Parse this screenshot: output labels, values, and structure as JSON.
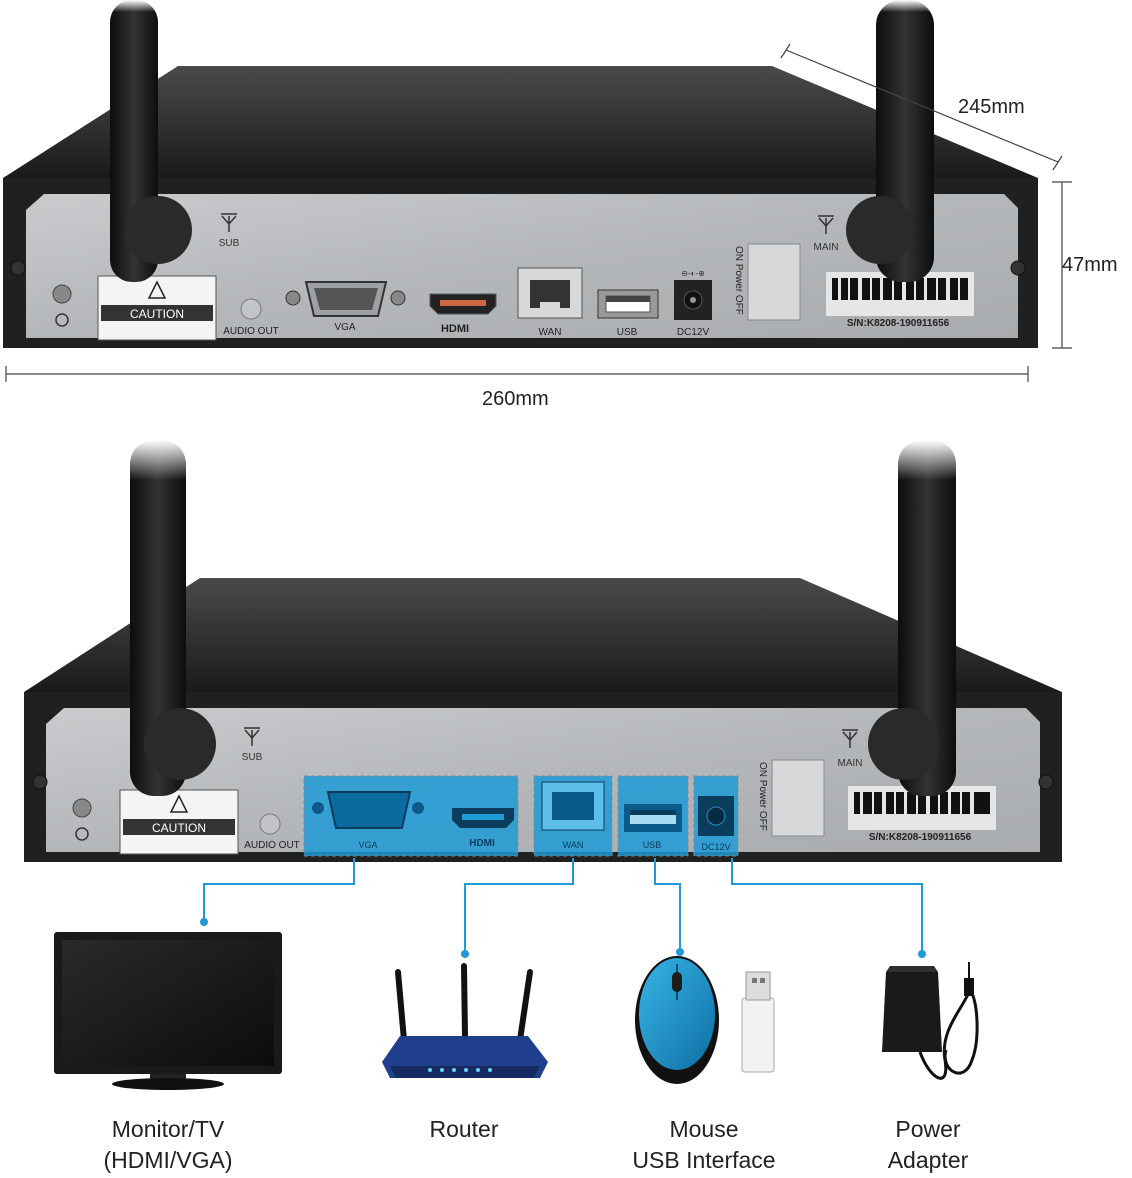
{
  "dimensions": {
    "depth": "245mm",
    "height": "47mm",
    "width": "260mm"
  },
  "panel_labels": {
    "sub": "SUB",
    "main": "MAIN",
    "caution": "CAUTION",
    "audio_out": "AUDIO OUT",
    "vga": "VGA",
    "hdmi": "HDMI",
    "wan": "WAN",
    "usb": "USB",
    "dc12v": "DC12V",
    "power_switch": "ON  Power  OFF",
    "serial": "S/N:K8208-190911656"
  },
  "devices": {
    "monitor": {
      "line1": "Monitor/TV",
      "line2": "(HDMI/VGA)"
    },
    "router": {
      "line1": "Router"
    },
    "mouse": {
      "line1": "Mouse",
      "line2": "USB Interface"
    },
    "power": {
      "line1": "Power",
      "line2": "Adapter"
    }
  },
  "colors": {
    "highlight": "#1e9ad6",
    "connector_line": "#1e9ad6",
    "chassis": "#1e1e1e",
    "panel": "#b9bcbe"
  }
}
